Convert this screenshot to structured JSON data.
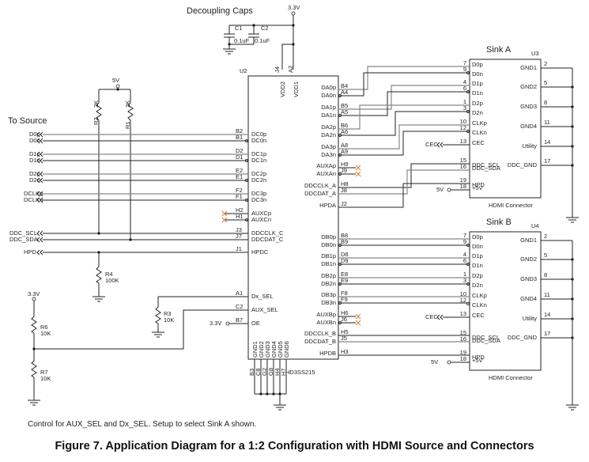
{
  "figure": {
    "caption": "Figure 7.  Application Diagram for a 1:2 Configuration with HDMI Source and Connectors",
    "note": "Control for AUX_SEL and Dx_SEL. Setup to select Sink A shown."
  },
  "decoupling": {
    "title": "Decoupling Caps",
    "supply": "3.3V",
    "caps": [
      {
        "ref": "C1",
        "value": "0.1uF"
      },
      {
        "ref": "C2",
        "value": "0.1uF"
      }
    ]
  },
  "source": {
    "title": "To Source",
    "pullup_supply": "5V",
    "pullups": [
      {
        "ref": "R2",
        "value": "2K"
      },
      {
        "ref": "R1",
        "value": "2K"
      }
    ],
    "signals": [
      "D0p",
      "D0n",
      "D1p",
      "D1n",
      "D2p",
      "D2n",
      "DCLKp",
      "DCLKn",
      "DDC_SCL",
      "DDC_SDA",
      "HPD"
    ],
    "hpd_pulldown": {
      "ref": "R4",
      "value": "100K"
    }
  },
  "control": {
    "supply": "3.3V",
    "r6": {
      "ref": "R6",
      "value": "10K"
    },
    "r7": {
      "ref": "R7",
      "value": "10K"
    },
    "r3": {
      "ref": "R3",
      "value": "10K"
    },
    "oe_supply": "3.3V"
  },
  "u2": {
    "ref": "U2",
    "part": "HD3SS215",
    "top_pins": [
      {
        "num": "J4",
        "name": "VDD2"
      },
      {
        "num": "A2",
        "name": "VDD1"
      }
    ],
    "left_pins": [
      {
        "num": "B2",
        "name": "DC0p"
      },
      {
        "num": "B1",
        "name": "DC0n"
      },
      {
        "num": "D2",
        "name": "DC1p"
      },
      {
        "num": "D1",
        "name": "DC1n"
      },
      {
        "num": "E2",
        "name": "DC2p"
      },
      {
        "num": "E1",
        "name": "DC2n"
      },
      {
        "num": "F2",
        "name": "DC3p"
      },
      {
        "num": "F1",
        "name": "DC3n"
      },
      {
        "num": "H2",
        "name": "AUXCp"
      },
      {
        "num": "H1",
        "name": "AUXCn"
      },
      {
        "num": "J3",
        "name": "DDCCLK_C"
      },
      {
        "num": "J7",
        "name": "DDCDAT_C"
      },
      {
        "num": "J1",
        "name": "HPDC"
      },
      {
        "num": "A1",
        "name": "Dx_SEL"
      },
      {
        "num": "C2",
        "name": "AUX_SEL"
      },
      {
        "num": "B7",
        "name": "OE"
      }
    ],
    "right_pins_a": [
      {
        "num": "B4",
        "name": "DA0p"
      },
      {
        "num": "A4",
        "name": "DA0n"
      },
      {
        "num": "B5",
        "name": "DA1p"
      },
      {
        "num": "A5",
        "name": "DA1n"
      },
      {
        "num": "B6",
        "name": "DA2p"
      },
      {
        "num": "A6",
        "name": "DA2n"
      },
      {
        "num": "A8",
        "name": "DA3p"
      },
      {
        "num": "A9",
        "name": "DA3n"
      },
      {
        "num": "H9",
        "name": "AUXAp"
      },
      {
        "num": "J9",
        "name": "AUXAn"
      },
      {
        "num": "H8",
        "name": "DDCCLK_A"
      },
      {
        "num": "J8",
        "name": "DDCDAT_A"
      },
      {
        "num": "J2",
        "name": "HPDA"
      }
    ],
    "right_pins_b": [
      {
        "num": "B8",
        "name": "DB0p"
      },
      {
        "num": "B9",
        "name": "DB0n"
      },
      {
        "num": "D8",
        "name": "DB1p"
      },
      {
        "num": "D9",
        "name": "DB1n"
      },
      {
        "num": "E8",
        "name": "DB2p"
      },
      {
        "num": "E9",
        "name": "DB2n"
      },
      {
        "num": "F8",
        "name": "DB3p"
      },
      {
        "num": "F9",
        "name": "DB3n"
      },
      {
        "num": "H6",
        "name": "AUXBp"
      },
      {
        "num": "J6",
        "name": "AUXBn"
      },
      {
        "num": "H5",
        "name": "DDCCLK_B"
      },
      {
        "num": "J5",
        "name": "DDCDAT_B"
      },
      {
        "num": "H3",
        "name": "HPDB"
      }
    ],
    "gnd_pins": [
      {
        "num": "B3",
        "name": "GND1"
      },
      {
        "num": "C8",
        "name": "GND2"
      },
      {
        "num": "G2",
        "name": "GND3"
      },
      {
        "num": "G8",
        "name": "GND4"
      },
      {
        "num": "H4",
        "name": "GND5"
      },
      {
        "num": "H7",
        "name": "GND6"
      }
    ]
  },
  "sinks": [
    {
      "title": "Sink A",
      "ref": "U3",
      "footer": "HDMI Connector",
      "supply": "5V",
      "cec": "CEC",
      "left_pins": [
        {
          "num": "7",
          "name": "D0p"
        },
        {
          "num": "9",
          "name": "D0n"
        },
        {
          "num": "4",
          "name": "D1p"
        },
        {
          "num": "6",
          "name": "D1n"
        },
        {
          "num": "1",
          "name": "D2p"
        },
        {
          "num": "3",
          "name": "D2n"
        },
        {
          "num": "10",
          "name": "CLKp"
        },
        {
          "num": "12",
          "name": "CLKn"
        },
        {
          "num": "13",
          "name": "CEC"
        },
        {
          "num": "15",
          "name": "DDC_SCL"
        },
        {
          "num": "16",
          "name": "DDC_SDA"
        },
        {
          "num": "19",
          "name": "HPD"
        },
        {
          "num": "18",
          "name": "+5V"
        }
      ],
      "right_pins": [
        {
          "num": "2",
          "name": "GND1"
        },
        {
          "num": "5",
          "name": "GND2"
        },
        {
          "num": "8",
          "name": "GND3"
        },
        {
          "num": "11",
          "name": "GND4"
        },
        {
          "num": "14",
          "name": "Utility"
        },
        {
          "num": "17",
          "name": "DDC_GND"
        }
      ]
    },
    {
      "title": "Sink B",
      "ref": "U4",
      "footer": "HDMI Connector",
      "supply": "5V",
      "cec": "CEC",
      "left_pins": [
        {
          "num": "7",
          "name": "D0p"
        },
        {
          "num": "9",
          "name": "D0n"
        },
        {
          "num": "4",
          "name": "D1p"
        },
        {
          "num": "6",
          "name": "D1n"
        },
        {
          "num": "1",
          "name": "D2p"
        },
        {
          "num": "3",
          "name": "D2n"
        },
        {
          "num": "10",
          "name": "CLKp"
        },
        {
          "num": "12",
          "name": "CLKn"
        },
        {
          "num": "13",
          "name": "CEC"
        },
        {
          "num": "15",
          "name": "DDC_SCL"
        },
        {
          "num": "16",
          "name": "DDC_SDA"
        },
        {
          "num": "19",
          "name": "HPD"
        },
        {
          "num": "18",
          "name": "+5V"
        }
      ],
      "right_pins": [
        {
          "num": "2",
          "name": "GND1"
        },
        {
          "num": "5",
          "name": "GND2"
        },
        {
          "num": "8",
          "name": "GND3"
        },
        {
          "num": "11",
          "name": "GND4"
        },
        {
          "num": "14",
          "name": "Utility"
        },
        {
          "num": "17",
          "name": "DDC_GND"
        }
      ]
    }
  ]
}
